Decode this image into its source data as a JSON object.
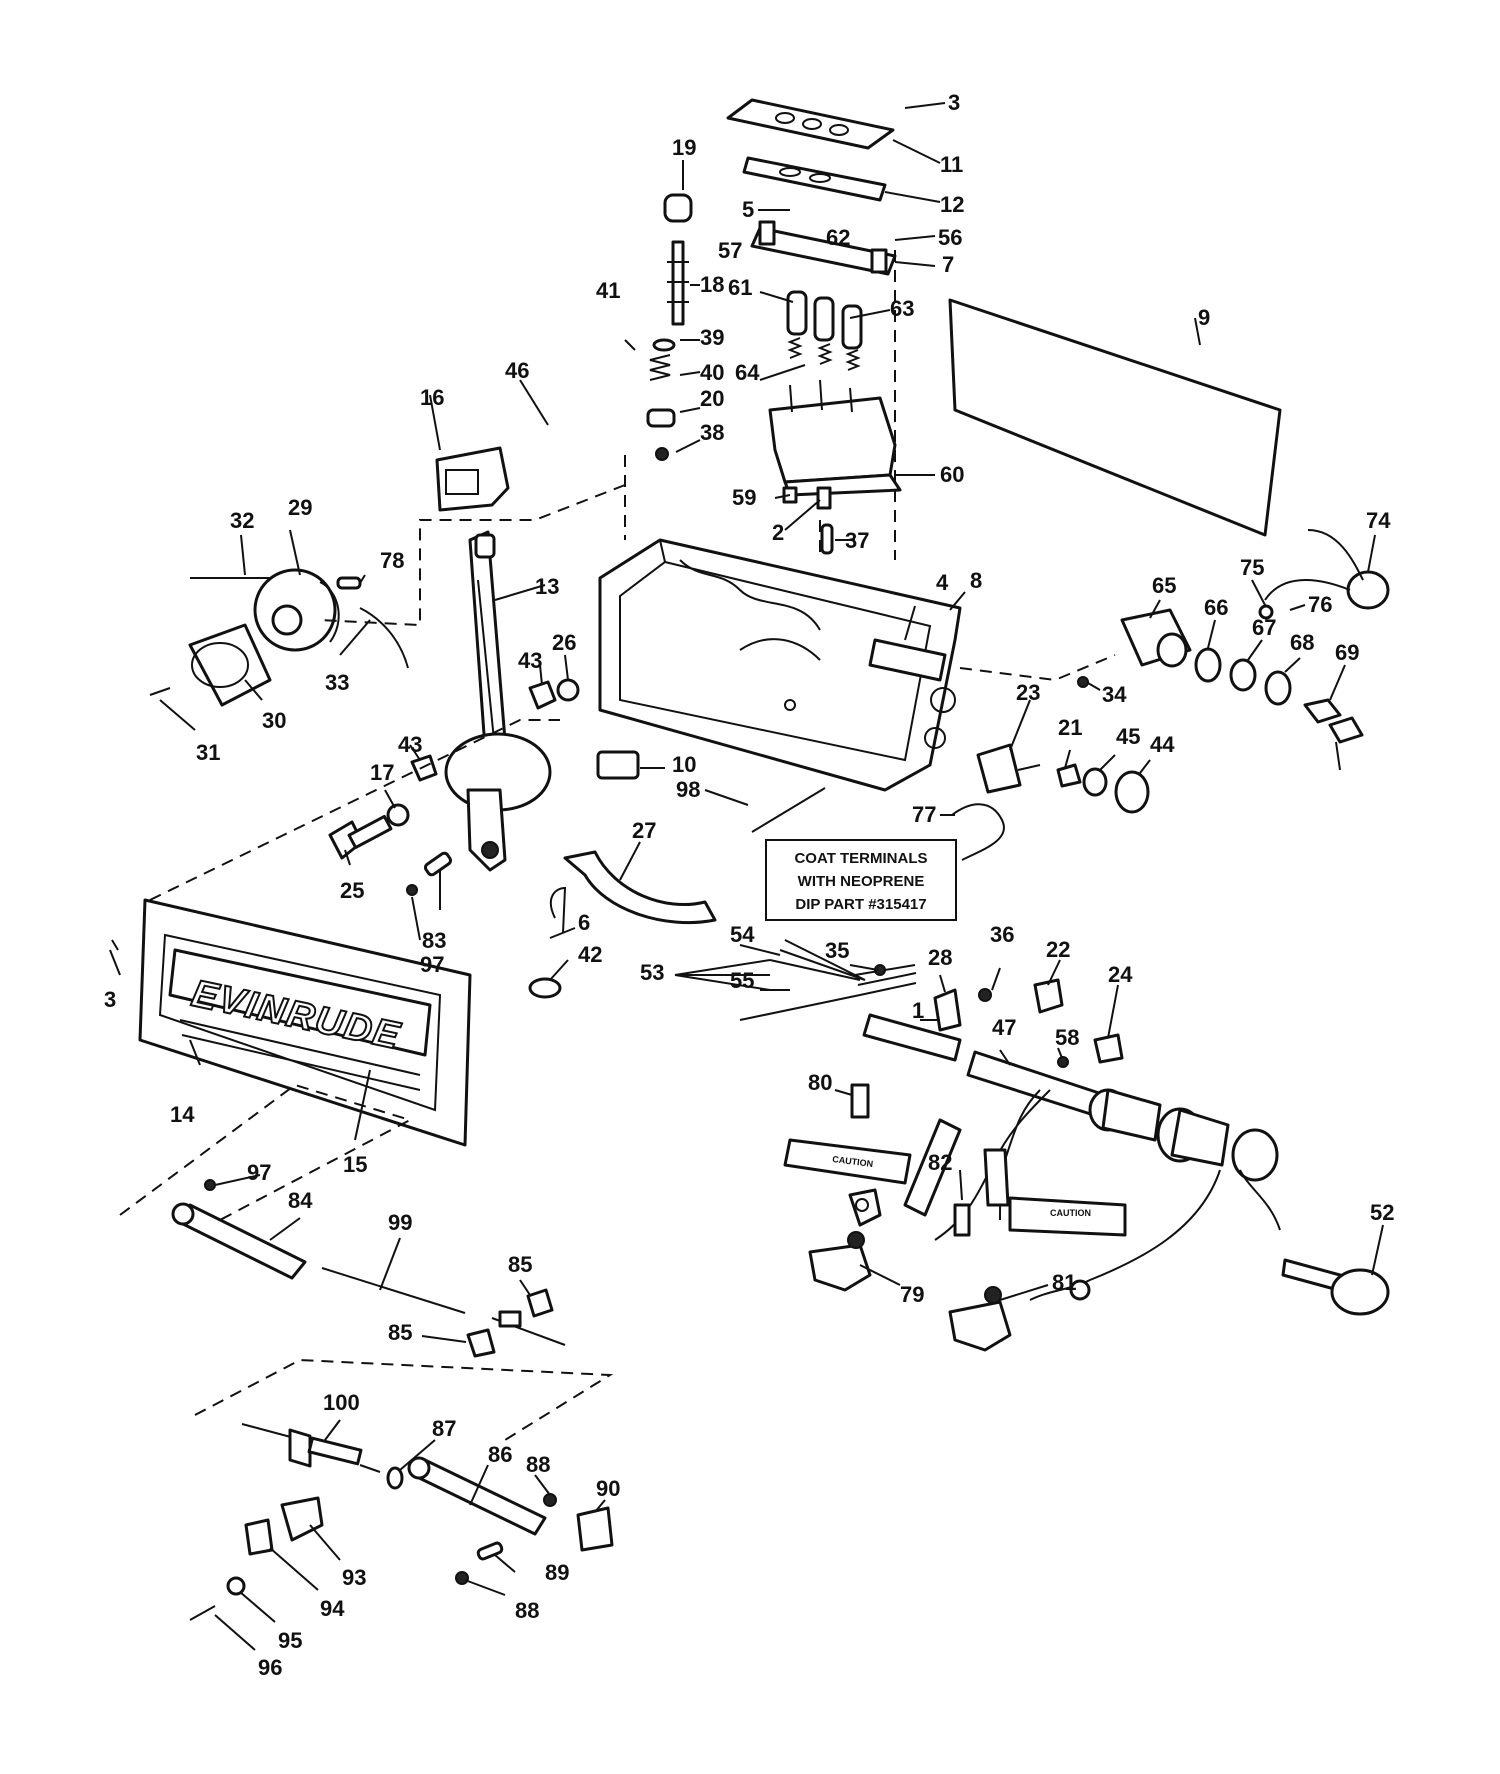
{
  "callouts": [
    "1",
    "2",
    "3",
    "4",
    "5",
    "6",
    "7",
    "8",
    "9",
    "10",
    "11",
    "12",
    "13",
    "14",
    "15",
    "16",
    "17",
    "18",
    "19",
    "20",
    "21",
    "22",
    "23",
    "24",
    "25",
    "26",
    "27",
    "28",
    "29",
    "30",
    "31",
    "32",
    "33",
    "34",
    "35",
    "36",
    "37",
    "38",
    "39",
    "40",
    "41",
    "42",
    "43",
    "44",
    "45",
    "46",
    "47",
    "52",
    "53",
    "54",
    "55",
    "56",
    "57",
    "58",
    "59",
    "60",
    "61",
    "62",
    "63",
    "64",
    "65",
    "66",
    "67",
    "68",
    "69",
    "74",
    "75",
    "76",
    "77",
    "78",
    "79",
    "80",
    "81",
    "82",
    "83",
    "84",
    "85",
    "86",
    "87",
    "88",
    "89",
    "90",
    "93",
    "94",
    "95",
    "96",
    "97",
    "98",
    "99",
    "100"
  ],
  "note": {
    "line1": "COAT TERMINALS",
    "line2": "WITH NEOPRENE",
    "line3": "DIP PART #315417"
  },
  "brand": "EVINRUDE",
  "decals": {
    "caution_left": "CAUTION",
    "caution_right": "CAUTION"
  }
}
